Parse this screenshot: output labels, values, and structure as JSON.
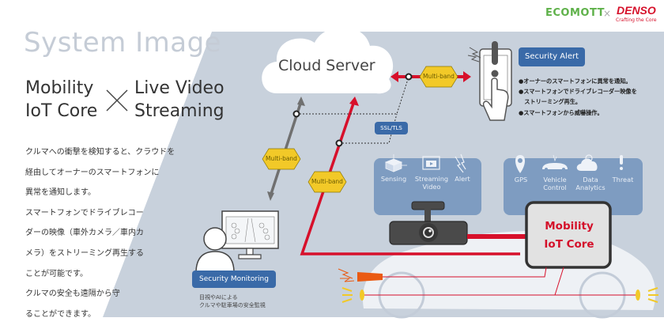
{
  "header": {
    "title": "System Image",
    "headline": {
      "left_line1": "Mobility",
      "left_line2": "IoT Core",
      "times": "×",
      "right_line1": "Live Video",
      "right_line2": "Streaming"
    }
  },
  "logos": {
    "ecomott": "ECOMOTT",
    "separator": "×",
    "denso": "DENSO",
    "denso_tagline": "Crafting the Core"
  },
  "description": [
    "クルマへの衝撃を検知すると、クラウドを",
    "経由してオーナーのスマートフォンに",
    "異常を通知します。",
    "スマートフォンでドライブレコー",
    "ダーの映像（車外カメラ／車内カ",
    "メラ）をストリーミング再生する",
    "ことが可能です。",
    "クルマの安全も遠隔から守",
    "ることができます。"
  ],
  "diagram": {
    "cloud": "Cloud Server",
    "connections": {
      "multiband_top": "Multi-band",
      "multiband_left": "Multi-band",
      "multiband_center": "Multi-band",
      "ssl": "SSL/TLS"
    },
    "security_alert": {
      "title": "Security Alert",
      "items": [
        "●オーナーのスマートフォンに異常を通知。",
        "●スマートフォンでドライブレコーダー映像を",
        "　ストリーミング再生。",
        "●スマートフォンから威嚇操作。"
      ]
    },
    "dashcam_features": [
      {
        "icon": "sensing-cube-icon",
        "label": "Sensing"
      },
      {
        "icon": "streaming-video-icon",
        "label": "Streaming\nVideo"
      },
      {
        "icon": "alert-lightning-icon",
        "label": "Alert"
      }
    ],
    "core_features": [
      {
        "icon": "gps-pin-icon",
        "label": "GPS"
      },
      {
        "icon": "vehicle-control-icon",
        "label": "Vehicle\nControl"
      },
      {
        "icon": "data-analytics-cloud-icon",
        "label": "Data\nAnalytics"
      },
      {
        "icon": "threat-exclamation-icon",
        "label": "Threat"
      }
    ],
    "core_box": {
      "line1": "Mobility",
      "line2": "IoT Core"
    },
    "monitoring": {
      "title": "Security Monitoring",
      "caption_line1": "目視やAIによる",
      "caption_line2": "クルマや駐車場の安全監視"
    }
  },
  "colors": {
    "panel_bg": "#c8d1dc",
    "accent_red": "#d7102b",
    "badge_blue": "#3a6aa8",
    "feature_panel": "#7e9cc1",
    "hex_yellow": "#f2c928",
    "denso_red": "#d6102a",
    "ecomott_green": "#5fb14a"
  }
}
